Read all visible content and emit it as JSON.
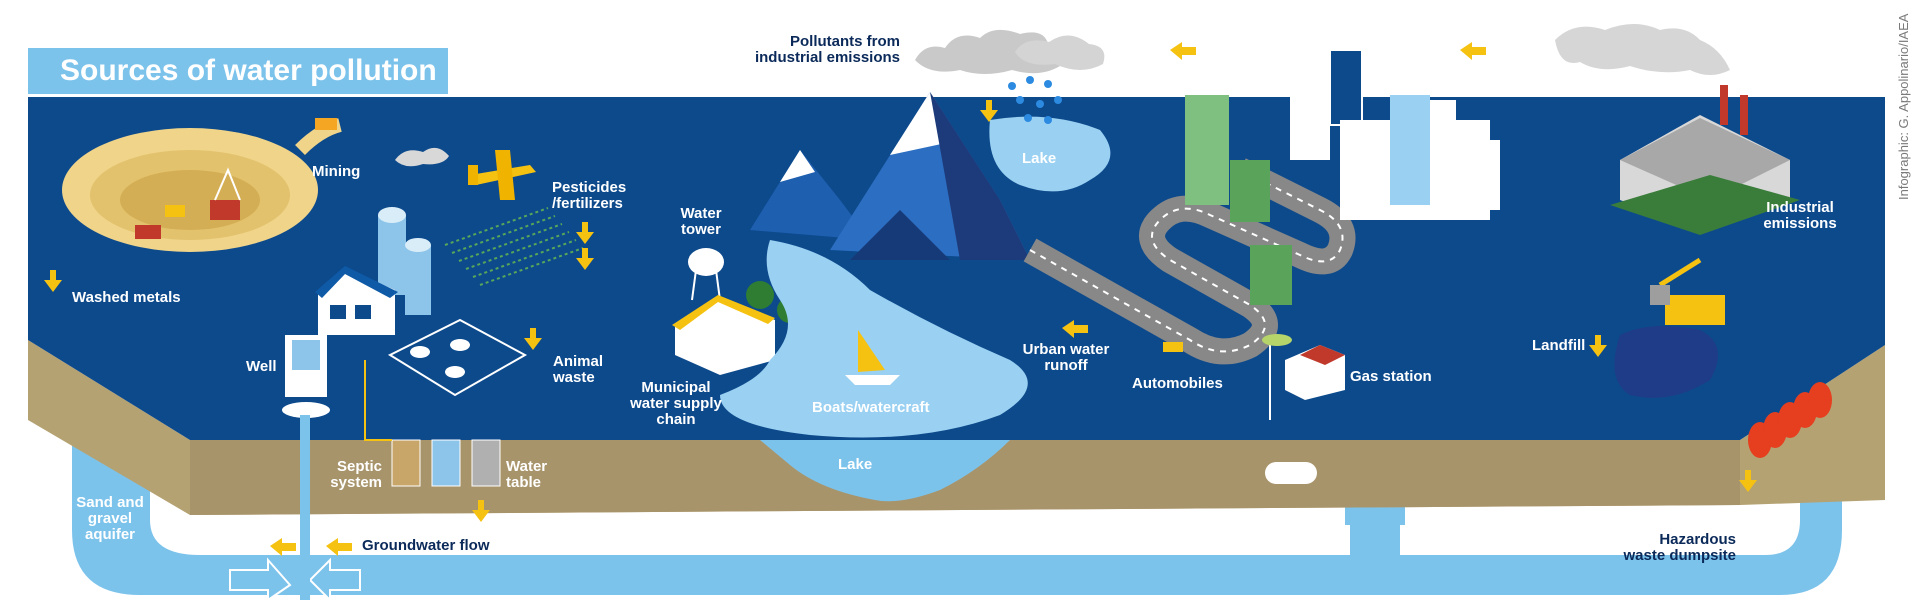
{
  "title": "Sources of water pollution",
  "credit": "Infographic: G. Appolinario/IAEA",
  "labels": {
    "mining": "Mining",
    "washed_metals": "Washed metals",
    "pesticides": [
      "Pesticides",
      "/fertilizers"
    ],
    "water_tower": [
      "Water",
      "tower"
    ],
    "animal_waste": [
      "Animal",
      "waste"
    ],
    "well": "Well",
    "municipal": [
      "Municipal",
      "water supply",
      "chain"
    ],
    "boats": "Boats/watercraft",
    "lake_mountain": "Lake",
    "lake_underground": "Lake",
    "pollutants": [
      "Pollutants from",
      "industrial emissions"
    ],
    "urban_runoff": [
      "Urban water",
      "runoff"
    ],
    "automobiles": "Automobiles",
    "gas_station": "Gas station",
    "industrial_emissions": [
      "Industrial",
      "emissions"
    ],
    "landfill": "Landfill",
    "septic": [
      "Septic",
      "system"
    ],
    "water_table": [
      "Water",
      "table"
    ],
    "aquifer": [
      "Sand and",
      "gravel",
      "aquifer"
    ],
    "groundwater_flow": "Groundwater flow",
    "hazardous": [
      "Hazardous",
      "waste dumpsite"
    ]
  },
  "colors": {
    "navy": "#0d4a8c",
    "light_blue": "#7cc3ec",
    "soil": "#b5a273",
    "soil_dark": "#9c8a5e",
    "arrow_yellow": "#f5c211",
    "label_dark": "#0b2a5a"
  }
}
